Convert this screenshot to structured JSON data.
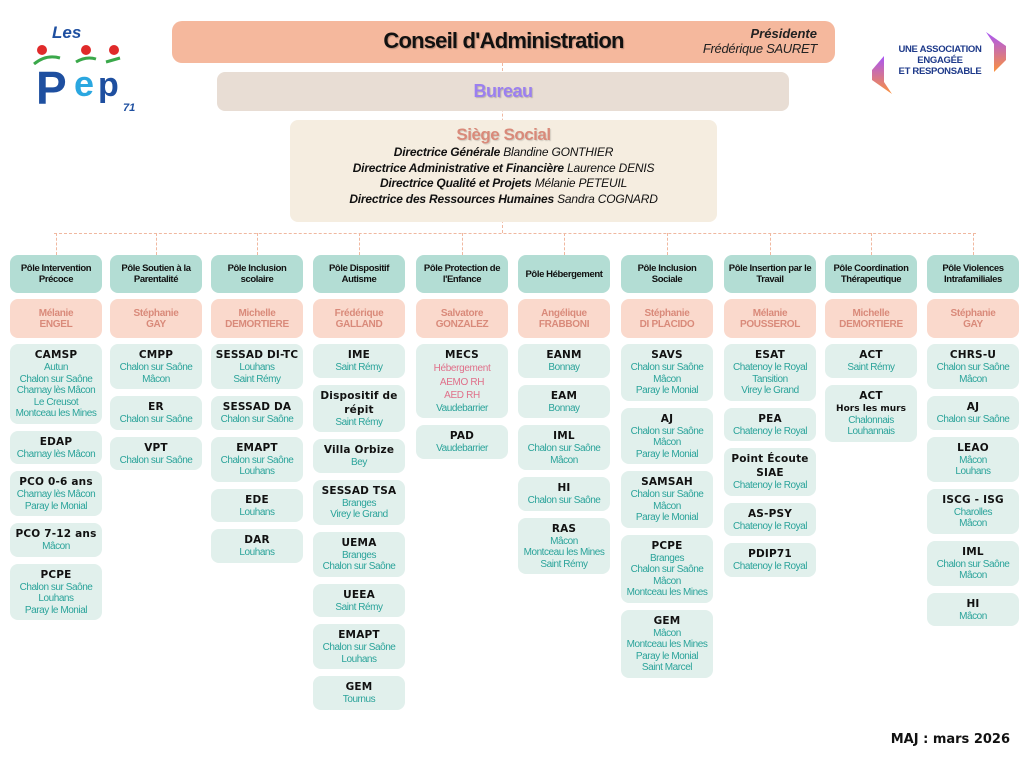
{
  "logo": {
    "text": "Les PEP 71",
    "blue": "#1e4fa0",
    "green": "#3aa84a",
    "red": "#e02a2a"
  },
  "conseil": {
    "title": "Conseil d'Administration",
    "president_role": "Présidente",
    "president_name": "Frédérique SAURET"
  },
  "bureau": {
    "title": "Bureau"
  },
  "siege": {
    "title": "Siège Social",
    "directors": [
      {
        "role": "Directrice Générale",
        "name": "Blandine GONTHIER"
      },
      {
        "role": "Directrice  Administrative et Financière",
        "name": "Laurence DENIS"
      },
      {
        "role": "Directrice Qualité et Projets",
        "name": "Mélanie PETEUIL"
      },
      {
        "role": "Directrice des Ressources Humaines",
        "name": "Sandra COGNARD"
      }
    ]
  },
  "badge": {
    "line1": "UNE ASSOCIATION",
    "line2": "ENGAGÉE",
    "line3": "ET RESPONSABLE"
  },
  "poles": [
    {
      "title": "Pôle Intervention Précoce",
      "director_first": "Mélanie",
      "director_last": "ENGEL",
      "services": [
        {
          "title": "CAMSP",
          "lines": [
            "Autun",
            "Chalon sur Saône",
            "Charnay lès Mâcon",
            "Le Creusot",
            "Montceau les Mines"
          ]
        },
        {
          "title": "EDAP",
          "lines": [
            "Charnay lès Mâcon"
          ]
        },
        {
          "title": "PCO 0-6 ans",
          "lines": [
            "Charnay lès Mâcon",
            "Paray le Monial"
          ]
        },
        {
          "title": "PCO 7-12 ans",
          "lines": [
            "Mâcon"
          ]
        },
        {
          "title": "PCPE",
          "lines": [
            "Chalon sur Saône",
            "Louhans",
            "Paray le Monial"
          ]
        }
      ]
    },
    {
      "title": "Pôle Soutien à la Parentalité",
      "director_first": "Stéphanie",
      "director_last": "GAY",
      "services": [
        {
          "title": "CMPP",
          "lines": [
            "Chalon sur Saône",
            "Mâcon"
          ]
        },
        {
          "title": "ER",
          "lines": [
            "Chalon sur Saône"
          ]
        },
        {
          "title": "VPT",
          "lines": [
            "Chalon sur Saône"
          ]
        }
      ]
    },
    {
      "title": "Pôle Inclusion scolaire",
      "director_first": "Michelle",
      "director_last": "DEMORTIERE",
      "services": [
        {
          "title": "SESSAD DI-TC",
          "lines": [
            "Louhans",
            "Saint Rémy"
          ]
        },
        {
          "title": "SESSAD DA",
          "lines": [
            "Chalon sur Saône"
          ]
        },
        {
          "title": "EMAPT",
          "lines": [
            "Chalon sur Saône",
            "Louhans"
          ]
        },
        {
          "title": "EDE",
          "lines": [
            "Louhans"
          ]
        },
        {
          "title": "DAR",
          "lines": [
            "Louhans"
          ]
        }
      ]
    },
    {
      "title": "Pôle Dispositif Autisme",
      "director_first": "Frédérique",
      "director_last": "GALLAND",
      "services": [
        {
          "title": "IME",
          "lines": [
            "Saint Rémy"
          ]
        },
        {
          "title": "Dispositif de répit",
          "lines": [
            "Saint Rémy"
          ]
        },
        {
          "title": "Villa Orbize",
          "lines": [
            "Bey"
          ]
        },
        {
          "title": "SESSAD TSA",
          "lines": [
            "Branges",
            "Virey le Grand"
          ]
        },
        {
          "title": "UEMA",
          "lines": [
            "Branges",
            "Chalon sur Saône"
          ]
        },
        {
          "title": "UEEA",
          "lines": [
            "Saint Rémy"
          ]
        },
        {
          "title": "EMAPT",
          "lines": [
            "Chalon sur Saône",
            "Louhans"
          ]
        },
        {
          "title": "GEM",
          "lines": [
            "Tournus"
          ]
        }
      ]
    },
    {
      "title": "Pôle Protection de l'Enfance",
      "director_first": "Salvatore",
      "director_last": "GONZALEZ",
      "services": [
        {
          "title": "MECS",
          "pink_lines": [
            "Hébergement",
            "AEMO RH",
            "AED RH"
          ],
          "lines": [
            "Vaudebarrier"
          ]
        },
        {
          "title": "PAD",
          "lines": [
            "Vaudebarrier"
          ]
        }
      ]
    },
    {
      "title": "Pôle Hébergement",
      "director_first": "Angélique",
      "director_last": "FRABBONI",
      "services": [
        {
          "title": "EANM",
          "lines": [
            "Bonnay"
          ]
        },
        {
          "title": "EAM",
          "lines": [
            "Bonnay"
          ]
        },
        {
          "title": "IML",
          "lines": [
            "Chalon sur Saône",
            "Mâcon"
          ]
        },
        {
          "title": "HI",
          "lines": [
            "Chalon sur Saône"
          ]
        },
        {
          "title": "RAS",
          "lines": [
            "Mâcon",
            "Montceau les Mines",
            "Saint Rémy"
          ]
        }
      ]
    },
    {
      "title": "Pôle Inclusion Sociale",
      "director_first": "Stéphanie",
      "director_last": "DI PLACIDO",
      "services": [
        {
          "title": "SAVS",
          "lines": [
            "Chalon sur Saône",
            "Mâcon",
            "Paray le Monial"
          ]
        },
        {
          "title": "AJ",
          "lines": [
            "Chalon sur Saône",
            "Mâcon",
            "Paray le Monial"
          ]
        },
        {
          "title": "SAMSAH",
          "lines": [
            "Chalon sur Saône",
            "Mâcon",
            "Paray le Monial"
          ]
        },
        {
          "title": "PCPE",
          "lines": [
            "Branges",
            "Chalon sur Saône",
            "Mâcon",
            "Montceau les Mines"
          ]
        },
        {
          "title": "GEM",
          "lines": [
            "Mâcon",
            "Montceau les Mines",
            "Paray le Monial",
            "Saint Marcel"
          ]
        }
      ]
    },
    {
      "title": "Pôle Insertion par le Travail",
      "director_first": "Mélanie",
      "director_last": "POUSSEROL",
      "services": [
        {
          "title": "ESAT",
          "lines": [
            "Chatenoy le Royal",
            "Tansition",
            "Virey le Grand"
          ]
        },
        {
          "title": "PEA",
          "lines": [
            "Chatenoy le Royal"
          ]
        },
        {
          "title": "Point Écoute SIAE",
          "lines": [
            "Chatenoy le Royal"
          ]
        },
        {
          "title": "AS-PSY",
          "lines": [
            "Chatenoy le Royal"
          ]
        },
        {
          "title": "PDIP71",
          "lines": [
            "Chatenoy le Royal"
          ]
        }
      ]
    },
    {
      "title": "Pôle Coordination Thérapeutique",
      "director_first": "Michelle",
      "director_last": "DEMORTIERE",
      "services": [
        {
          "title": "ACT",
          "lines": [
            "Saint Rémy"
          ]
        },
        {
          "title": "ACT",
          "subtitle": "Hors les murs",
          "lines": [
            "Chalonnais",
            "Louhannais"
          ]
        }
      ]
    },
    {
      "title": "Pôle Violences Intrafamiliales",
      "director_first": "Stéphanie",
      "director_last": "GAY",
      "services": [
        {
          "title": "CHRS-U",
          "lines": [
            "Chalon sur Saône",
            "Mâcon"
          ]
        },
        {
          "title": "AJ",
          "lines": [
            "Chalon sur Saône"
          ]
        },
        {
          "title": "LEAO",
          "lines": [
            "Mâcon",
            "Louhans"
          ]
        },
        {
          "title": "ISCG - ISG",
          "lines": [
            "Charolles",
            "Mâcon"
          ]
        },
        {
          "title": "IML",
          "lines": [
            "Chalon sur Saône",
            "Mâcon"
          ]
        },
        {
          "title": "HI",
          "lines": [
            "Mâcon"
          ]
        }
      ]
    }
  ],
  "footer": {
    "updated": "MAJ : mars 2026"
  },
  "colors": {
    "pole": "#b3ddd4",
    "director_box": "#fad9cc",
    "director_text": "#d98a7a",
    "card": "#e1f0ec",
    "location_text": "#2aa39a",
    "pink_text": "#e0708a",
    "conseil": "#f5b89d",
    "bureau": "#e8ddd4",
    "bureau_text": "#9b7ff0",
    "siege": "#f5ede0"
  }
}
